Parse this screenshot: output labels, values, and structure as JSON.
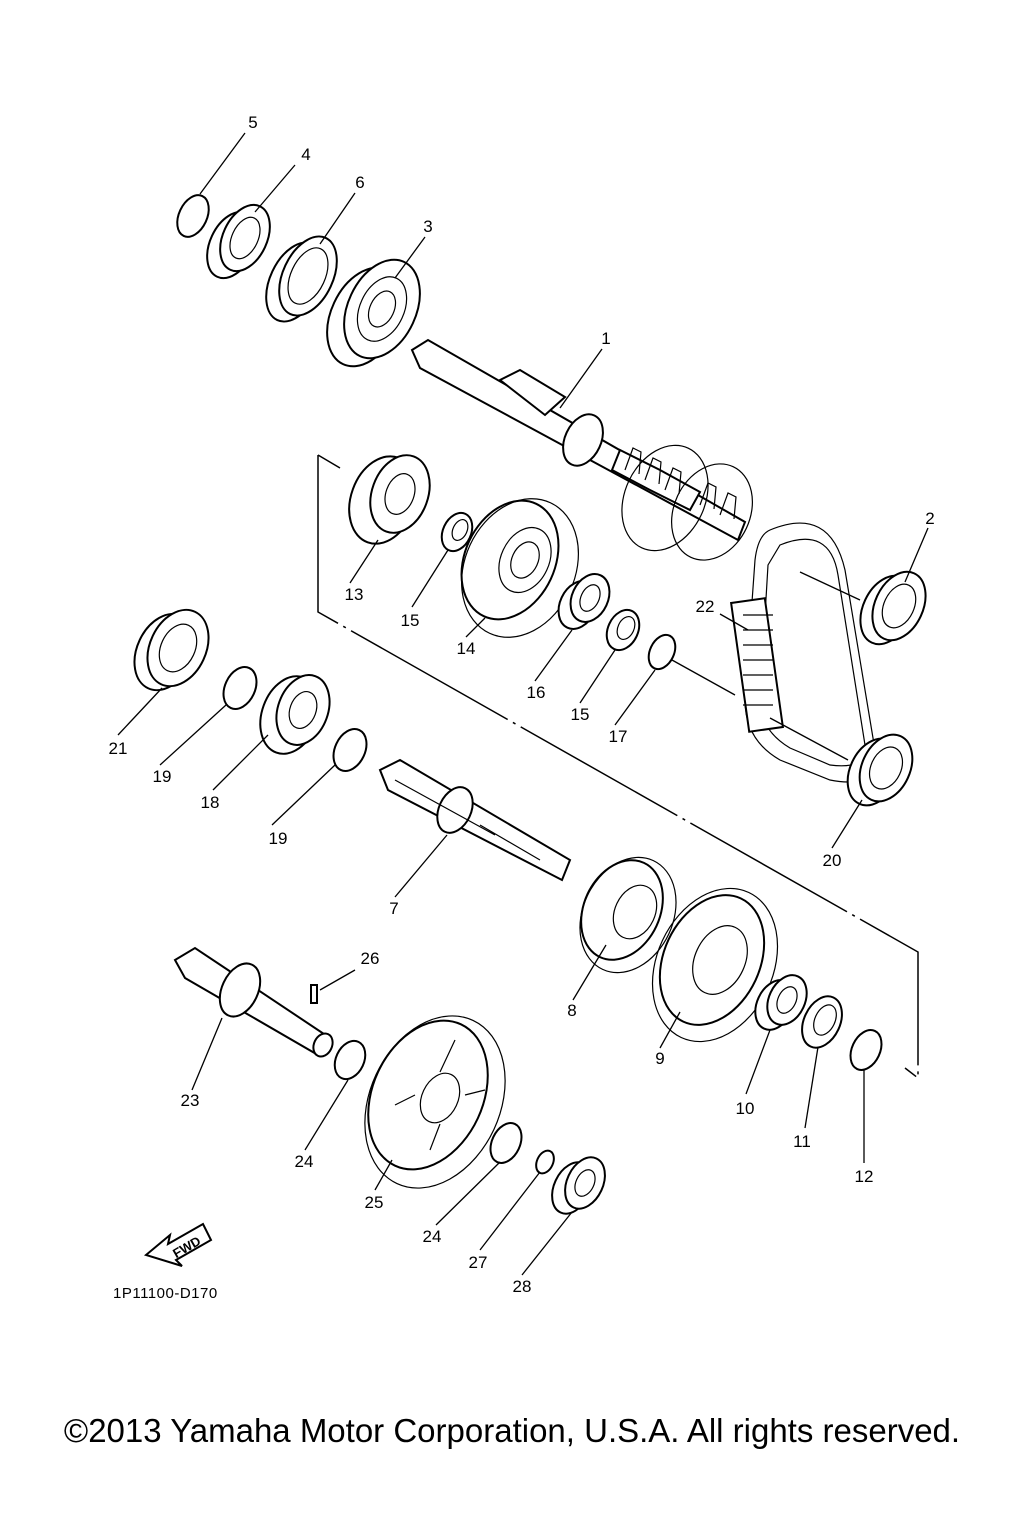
{
  "diagram": {
    "part_code": "1P11100-D170",
    "direction_label": "FWD",
    "copyright": "©2013 Yamaha Motor Corporation, U.S.A. All rights reserved.",
    "callouts": {
      "c1": "1",
      "c2": "2",
      "c3": "3",
      "c4": "4",
      "c5": "5",
      "c6": "6",
      "c7": "7",
      "c8": "8",
      "c9": "9",
      "c10": "10",
      "c11": "11",
      "c12": "12",
      "c13": "13",
      "c14": "14",
      "c15a": "15",
      "c15b": "15",
      "c16": "16",
      "c17": "17",
      "c18": "18",
      "c19a": "19",
      "c19b": "19",
      "c20": "20",
      "c21": "21",
      "c22": "22",
      "c23": "23",
      "c24a": "24",
      "c24b": "24",
      "c25": "25",
      "c26": "26",
      "c27": "27",
      "c28": "28"
    }
  }
}
